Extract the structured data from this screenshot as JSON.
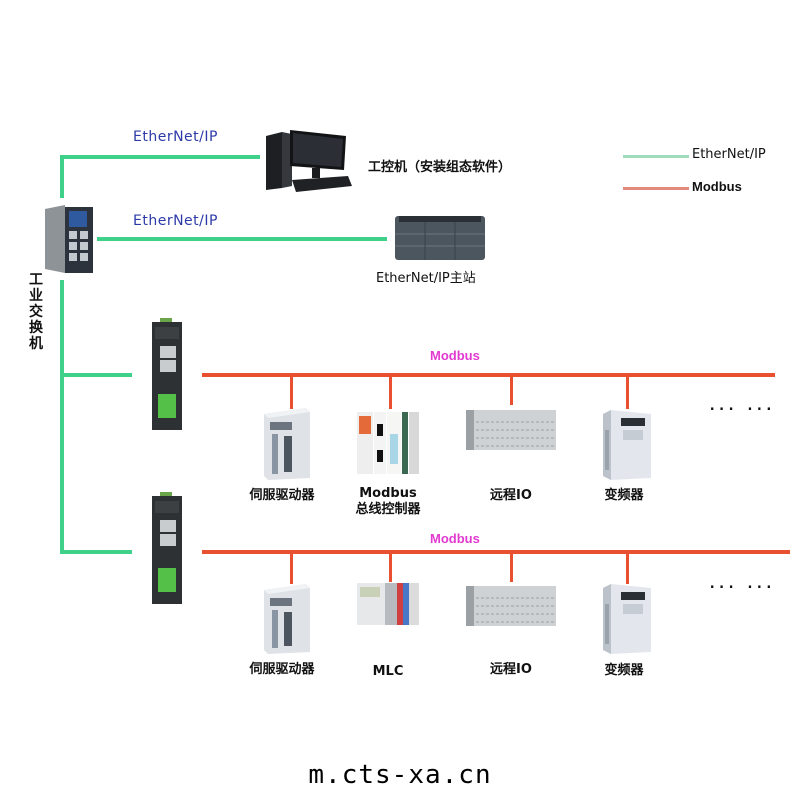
{
  "legend": {
    "items": [
      {
        "label": "EtherNet/IP",
        "color": "#3fd08a"
      },
      {
        "label": "Modbus",
        "color": "#e8502f"
      }
    ]
  },
  "switch": {
    "label": "工业交换机"
  },
  "top_links": [
    {
      "protocol": "EtherNet/IP",
      "device": "工控机（安装组态软件）"
    },
    {
      "protocol": "EtherNet/IP",
      "device": "EtherNet/IP主站"
    }
  ],
  "buses": [
    {
      "protocol": "Modbus",
      "devices": [
        {
          "label": "伺服驱动器"
        },
        {
          "label_line1": "Modbus",
          "label_line2": "总线控制器"
        },
        {
          "label": "远程IO"
        },
        {
          "label": "变频器"
        }
      ],
      "more": "...  ..."
    },
    {
      "protocol": "Modbus",
      "devices": [
        {
          "label": "伺服驱动器"
        },
        {
          "label": "MLC"
        },
        {
          "label": "远程IO"
        },
        {
          "label": "变频器"
        }
      ],
      "more": "...  ..."
    }
  ],
  "colors": {
    "ethernet": "#3fd08a",
    "modbus": "#e8502f",
    "protocol_text": "#2c3aa8",
    "bus_text": "#e23ad0"
  },
  "footer": {
    "url": "m.cts-xa.cn"
  }
}
